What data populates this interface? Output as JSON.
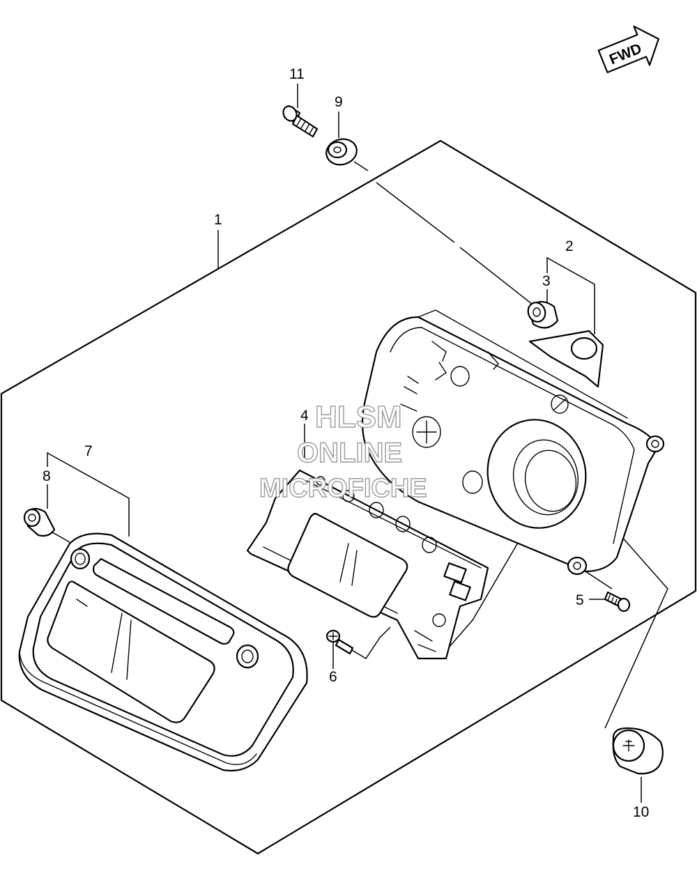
{
  "fwd_badge": "FWD",
  "callouts": {
    "c1": "1",
    "c2": "2",
    "c3": "3",
    "c4": "4",
    "c5": "5",
    "c6": "6",
    "c7": "7",
    "c8": "8",
    "c9": "9",
    "c10": "10",
    "c11": "11"
  },
  "watermark": {
    "line1": "HLSM",
    "line2": "ONLINE",
    "line3": "MICROFICHE"
  },
  "colors": {
    "line": "#000000",
    "background": "#ffffff",
    "watermark_outline": "#9a9a9a"
  }
}
